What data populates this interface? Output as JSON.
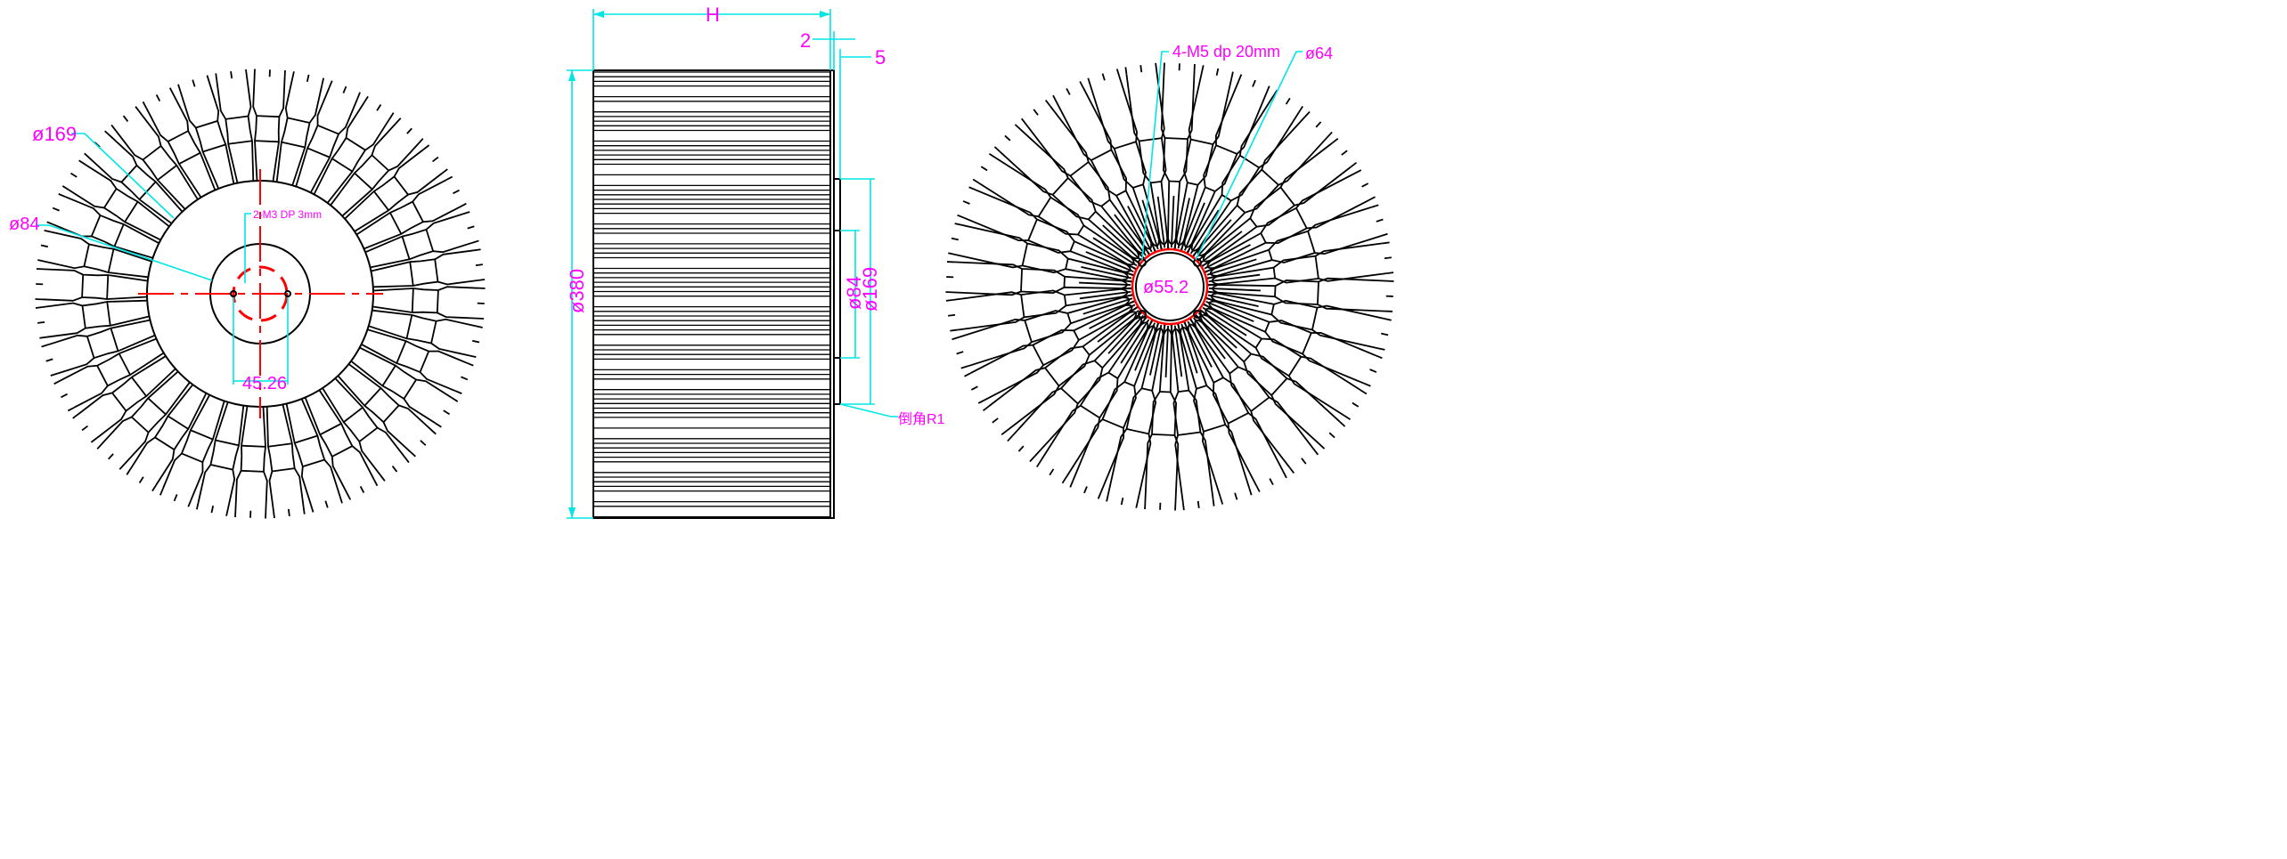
{
  "colors": {
    "background": "#ffffff",
    "geometry": "#000000",
    "dimension_lines": "#00e5e5",
    "dimension_text": "#ff00ff",
    "center_lines": "#ff0000"
  },
  "left_view": {
    "fin_count": 36,
    "labels": {
      "outer_core_diameter": "ø169",
      "inner_circle_diameter": "ø84",
      "mount_holes": "2-M3 DP 3mm",
      "hole_spacing": "45.26"
    }
  },
  "side_view": {
    "labels": {
      "height": "H",
      "step_2": "2",
      "step_5": "5",
      "outer_diameter": "ø380",
      "boss_84": "ø84",
      "boss_169": "ø169",
      "chamfer": "倒角R1"
    }
  },
  "right_view": {
    "fin_count": 36,
    "labels": {
      "mount_holes": "4-M5 dp 20mm",
      "bolt_circle": "ø64",
      "bore": "ø55.2"
    }
  }
}
